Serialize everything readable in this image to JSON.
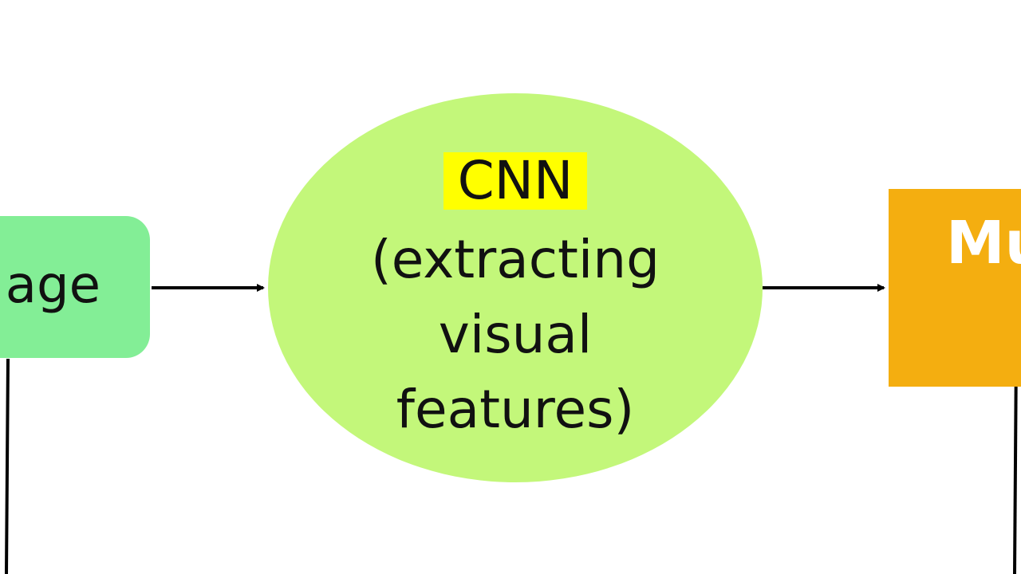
{
  "diagram": {
    "nodes": [
      {
        "id": "input",
        "label": "age",
        "shape": "rounded-rect",
        "color": "#83EE96"
      },
      {
        "id": "cnn",
        "title": "CNN",
        "title_highlight": "#FFFF00",
        "lines": [
          "(extracting",
          "visual",
          "features)"
        ],
        "shape": "ellipse",
        "color": "#C3F77A"
      },
      {
        "id": "output",
        "label": "Mu",
        "shape": "rect",
        "color": "#F4AE10"
      }
    ],
    "edges": [
      {
        "from": "input",
        "to": "cnn"
      },
      {
        "from": "cnn",
        "to": "output"
      }
    ],
    "edge_color": "#000000"
  }
}
